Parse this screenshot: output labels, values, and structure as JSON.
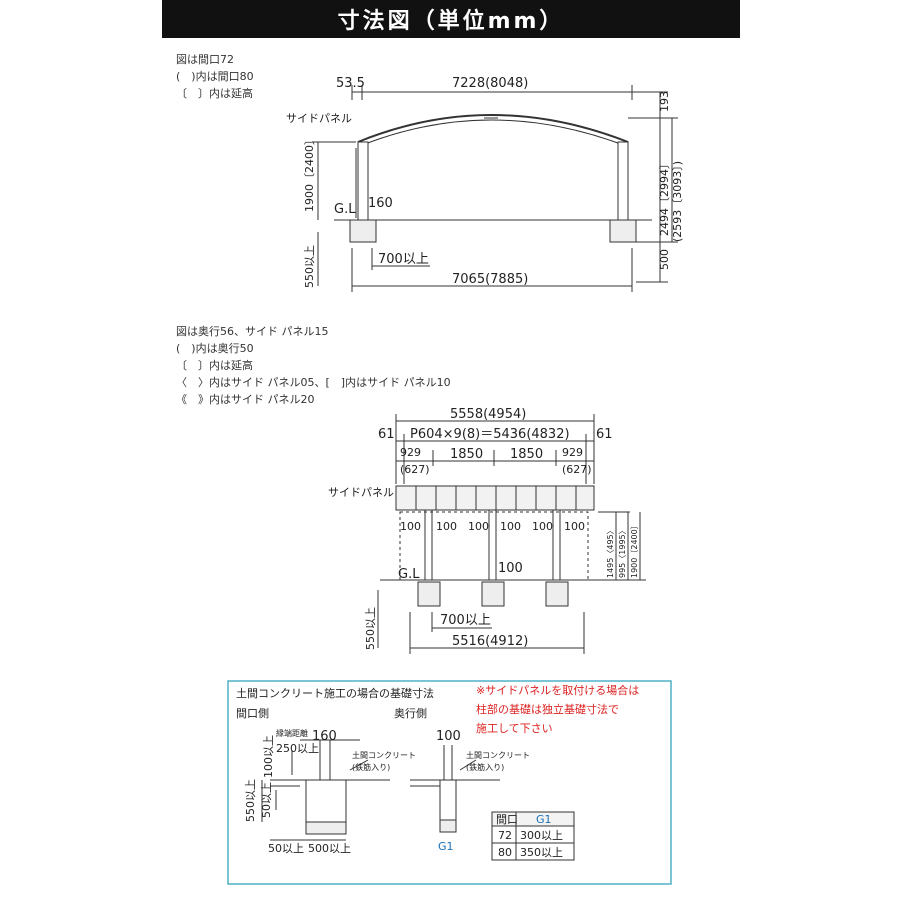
{
  "title": "寸法図（単位mm）",
  "section1": {
    "notes": [
      "図は間口72",
      "(　)内は間口80",
      "〔　〕内は延高"
    ],
    "labels": {
      "top_left": "53.5",
      "top_width": "7228(8048)",
      "side_panel": "サイドパネル",
      "height_left": "1900〔2400〕",
      "gl": "G.L",
      "post": "160",
      "depth_left": "550以上",
      "spacing": "700以上",
      "bottom_width": "7065(7885)",
      "right_top": "193",
      "right_h1": "2494〔2994〕",
      "right_h2": "(2593〔3093〕)",
      "right_bottom": "500"
    }
  },
  "section2": {
    "notes": [
      "図は奥行56、サイド パネル15",
      "(　)内は奥行50",
      "〔　〕内は延高",
      "〈　〉内はサイド パネル05、[　]内はサイド パネル10",
      "《　》内はサイド パネル20"
    ],
    "labels": {
      "total": "5558(4954)",
      "edge_left": "61",
      "pitch": "P604×9(8)＝5436(4832)",
      "edge_right": "61",
      "seg_929": "929",
      "seg_627": "(627)",
      "seg_1850": "1850",
      "side_panel": "サイドパネル",
      "off_100": "100",
      "gl": "G.L",
      "mid_100": "100",
      "spacing": "700以上",
      "bottom_width": "5516(4912)",
      "depth_left": "550以上",
      "h1": "1495〈495〉",
      "h2": "995〈1995〉",
      "h3": "1900〔2400〕"
    }
  },
  "section3": {
    "title": "土間コンクリート施工の場合の基礎寸法",
    "front_label": "間口側",
    "depth_label": "奥行側",
    "warning": [
      "※サイドパネルを取付ける場合は",
      "柱部の基礎は独立基礎寸法で",
      "施工して下さい"
    ],
    "labels": {
      "clearance": "縁端距離",
      "clearance_val": "250以上",
      "post_160": "160",
      "post_100": "100",
      "h_100": "100以上",
      "concrete": "土間コンクリート",
      "rebar": "(鉄筋入り)",
      "depth_550": "550以上",
      "h_50": "50以上",
      "bottom_50": "50以上",
      "bottom_500": "500以上",
      "g1": "G1"
    },
    "table": {
      "headers": [
        "間口",
        "G1"
      ],
      "rows": [
        [
          "72",
          "300以上"
        ],
        [
          "80",
          "350以上"
        ]
      ]
    }
  }
}
